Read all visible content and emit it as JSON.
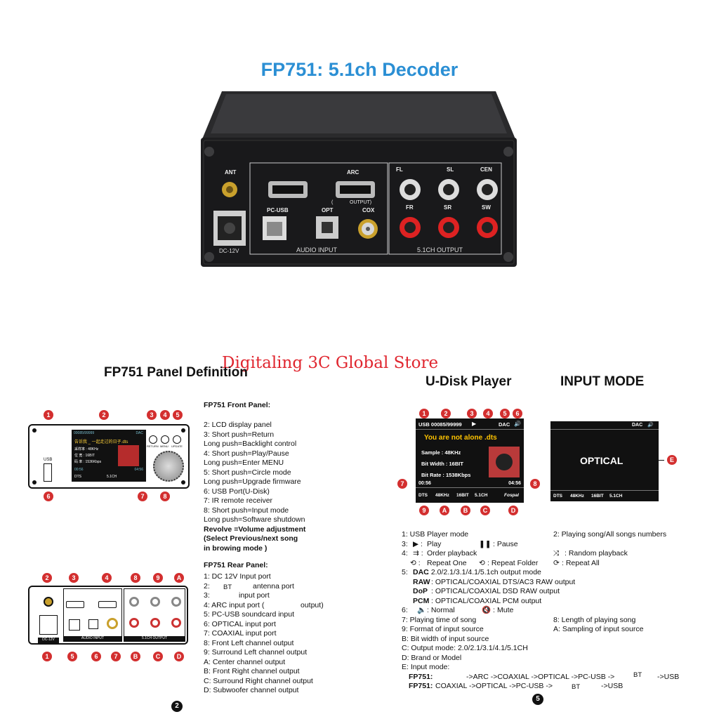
{
  "title": "FP751: 5.1ch Decoder",
  "watermark": "Digitaling 3C Global Store",
  "device": {
    "ant": "ANT",
    "arc": "ARC",
    "arc_out": "OUTPUT)",
    "arc_paren": "(",
    "pcusb": "PC-USB",
    "opt": "OPT",
    "cox": "COX",
    "dc": "DC-12V",
    "audio_input": "AUDIO INPUT",
    "fl": "FL",
    "sl": "SL",
    "cen": "CEN",
    "fr": "FR",
    "sr": "SR",
    "sw": "SW",
    "out51": "5.1CH OUTPUT"
  },
  "panel_def": {
    "title": "FP751 Panel Definition",
    "page_badge": "2"
  },
  "front": {
    "heading": "FP751 Front Panel:",
    "lines": [
      "2:  LCD display panel",
      "3:  Short push=Return",
      "     Long push=Backlight control",
      "4:  Short push=Play/Pause",
      "     Long push=Enter MENU",
      "5:  Short push=Circle mode",
      "     Long push=Upgrade firmware",
      "6:  USB Port(U-Disk)",
      "7:  IR remote receiver",
      "8:  Short push=Input mode",
      "     Long push=Software shutdown"
    ],
    "bold_lines": [
      "     Revolve =Volume adjustment",
      "     (Select Previous/next song",
      "       in browing mode )"
    ],
    "usb_label": "USB",
    "mini_song": "告诉我 _ 一起走过的日子.dts",
    "mini_sample": "采样率 : 48KHz",
    "mini_width": "位  宽 : 16BIT",
    "mini_rate": "码  率 : 1536Kbps",
    "mini_t1": "00:56",
    "mini_t2": "04:56",
    "mini_bl": "DTS",
    "mini_br": "5.1CH",
    "mini_top": "00085/99999",
    "mini_dac": "DAC",
    "btn3": "RETURN",
    "btn4": "MENU",
    "btn5": "UPDATE"
  },
  "rear": {
    "heading": "FP751 Rear Panel:",
    "lines": [
      "1:  DC 12V Input port",
      "2:",
      "3:",
      "4:  ARC input port  (",
      "5:  PC-USB soundcard input",
      "6:  OPTICAL input port",
      "7:  COAXIAL input port",
      "8:  Front Left channel output",
      "9:  Surround Left channel output",
      "A:  Center channel output",
      "B:  Front Right channel output",
      "C:  Surround Right channel output",
      "D:  Subwoofer channel output"
    ],
    "l2": "antenna port",
    "l2bt": "BT",
    "l3": "input port",
    "l4": "output)"
  },
  "udisk": {
    "title": "U-Disk Player",
    "badge": "5",
    "top": "USB  00085/99999",
    "dac": "DAC",
    "song": "You are not alone  .dts",
    "sample": "Sample  : 48KHz",
    "width": "Bit Width : 16BIT",
    "rate": "Bit Rate  : 1538Kbps",
    "t1": "00:56",
    "t2": "04:56",
    "b_dts": "DTS",
    "b_khz": "48KHz",
    "b_bit": "16BIT",
    "b_ch": "5.1CH",
    "brand": "Fospal"
  },
  "input": {
    "title": "INPUT MODE",
    "screen": "OPTICAL",
    "dac": "DAC",
    "b_dts": "DTS",
    "b_khz": "48KHz",
    "b_bit": "16BIT",
    "b_ch": "5.1CH"
  },
  "legend": {
    "r1a": "1: USB Player mode",
    "r1b": "2:  Playing song/All songs numbers",
    "r3a": "3:",
    "r3b": "Play",
    "r3c": ":  Pause",
    "r4a": "4:",
    "r4b": "Order playback",
    "r4c": ":   Random playback",
    "r4d": "Repeat One",
    "r4e": ": Repeat Folder",
    "r4f": ":  Repeat All",
    "r5a": "5:",
    "r5b": "DAC",
    "r5c": ":  2.0/2.1/3.1/4.1/5.1ch output mode",
    "raw_k": "RAW",
    "raw_v": ":  OPTICAL/COAXIAL DTS/AC3 RAW output",
    "dop_k": "DoP",
    "dop_v": ":  OPTICAL/COAXIAL DSD RAW output",
    "pcm_k": "PCM",
    "pcm_v": ":  OPTICAL/COAXIAL PCM output",
    "r6a": "6:",
    "r6b": ":  Normal",
    "r6c": "Mute",
    "r7a": "7:  Playing  time of song",
    "r7b": "8:  Length of playing song",
    "r9a": "9:  Format of input source",
    "r9b": "A:  Sampling of input source",
    "rB": "B:  Bit width of input source",
    "rC": "C:  Output mode:  2.0/2.1/3.1/4.1/5.1CH",
    "rD": "D:  Brand or Model",
    "rE": "E:  Input mode:",
    "fp1k": "FP751:",
    "fp1v": "->ARC ->COAXIAL  ->OPTICAL ->PC-USB ->",
    "fp1bt": "BT",
    "fp1e": "->USB",
    "fp2k": "FP751:",
    "fp2v": "COAXIAL  ->OPTICAL ->PC-USB ->",
    "fp2bt": "BT",
    "fp2e": "->USB"
  }
}
